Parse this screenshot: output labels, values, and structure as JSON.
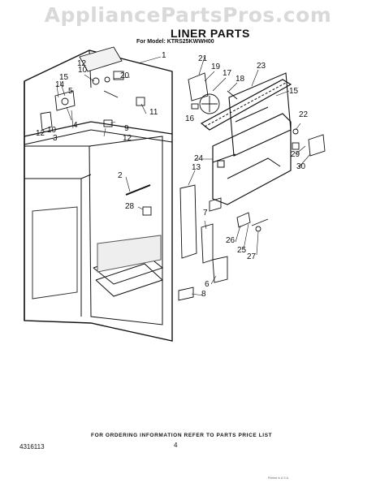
{
  "watermark": "AppliancePartsPros.com",
  "title": "LINER PARTS",
  "model_line": "For Model: KTRS25KWWH00",
  "callouts": {
    "c1": "1",
    "c2": "2",
    "c3": "3",
    "c4": "4",
    "c5": "5",
    "c6": "6",
    "c7": "7",
    "c8": "8",
    "c9": "9",
    "c10a": "10",
    "c10b": "10",
    "c11": "11",
    "c12a": "12",
    "c12b": "12",
    "c12c": "12",
    "c13": "13",
    "c14": "14",
    "c15a": "15",
    "c15b": "15",
    "c16": "16",
    "c17": "17",
    "c18": "18",
    "c19": "19",
    "c20": "20",
    "c21": "21",
    "c22": "22",
    "c23": "23",
    "c24": "24",
    "c25": "25",
    "c26": "26",
    "c27": "27",
    "c28": "28",
    "c29": "29",
    "c30": "30"
  },
  "footer": {
    "order_note": "FOR ORDERING INFORMATION REFER TO PARTS PRICE LIST",
    "code": "4316113",
    "page": "4",
    "fineprint_right": "Printed in U.S.A.",
    "fineprint_left": ""
  }
}
